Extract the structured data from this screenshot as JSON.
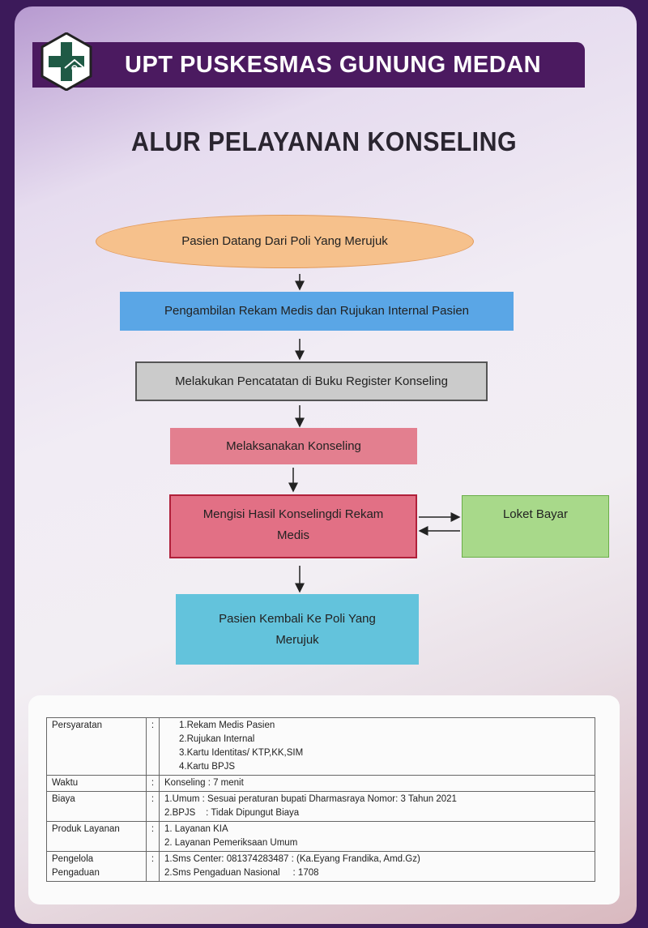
{
  "header": {
    "org": "UPT PUSKESMAS GUNUNG MEDAN",
    "title": "ALUR PELAYANAN KONSELING"
  },
  "flow": {
    "start": "Pasien Datang Dari Poli Yang Merujuk",
    "step1": "Pengambilan Rekam Medis dan Rujukan Internal Pasien",
    "step2": "Melakukan Pencatatan di Buku Register Konseling",
    "step3": "Melaksanakan Konseling",
    "step4_line1": "Mengisi Hasil Konselingdi Rekam",
    "step4_line2": "Medis",
    "side": "Loket Bayar",
    "end_line1": "Pasien Kembali Ke Poli Yang",
    "end_line2": "Merujuk"
  },
  "colors": {
    "banner": "#4b1a60",
    "start": "#f6c18c",
    "step1": "#5aa6e6",
    "step2": "#cbcbcb",
    "step3": "#e37f8f",
    "step4": "#e27085",
    "side": "#a8d98a",
    "end": "#63c3dc"
  },
  "info": {
    "rows": [
      {
        "label": "Persyaratan",
        "colon": ":",
        "lines": [
          "1.Rekam Medis Pasien",
          "2.Rujukan Internal",
          "3.Kartu Identitas/ KTP,KK,SIM",
          "4.Kartu BPJS"
        ]
      },
      {
        "label": "Waktu",
        "colon": ":",
        "lines": [
          "Konseling : 7 menit"
        ]
      },
      {
        "label": "Biaya",
        "colon": ":",
        "lines": [
          "1.Umum : Sesuai peraturan bupati Dharmasraya Nomor: 3 Tahun 2021",
          "2.BPJS    : Tidak Dipungut Biaya"
        ]
      },
      {
        "label": "Produk Layanan",
        "colon": ":",
        "lines": [
          "1. Layanan KIA",
          "2. Layanan Pemeriksaan Umum"
        ]
      },
      {
        "label": "Pengelola Pengaduan",
        "colon": ":",
        "lines": [
          "1.Sms Center: 081374283487 : (Ka.Eyang Frandika, Amd.Gz)",
          "2.Sms Pengaduan Nasional     : 1708"
        ]
      }
    ]
  }
}
